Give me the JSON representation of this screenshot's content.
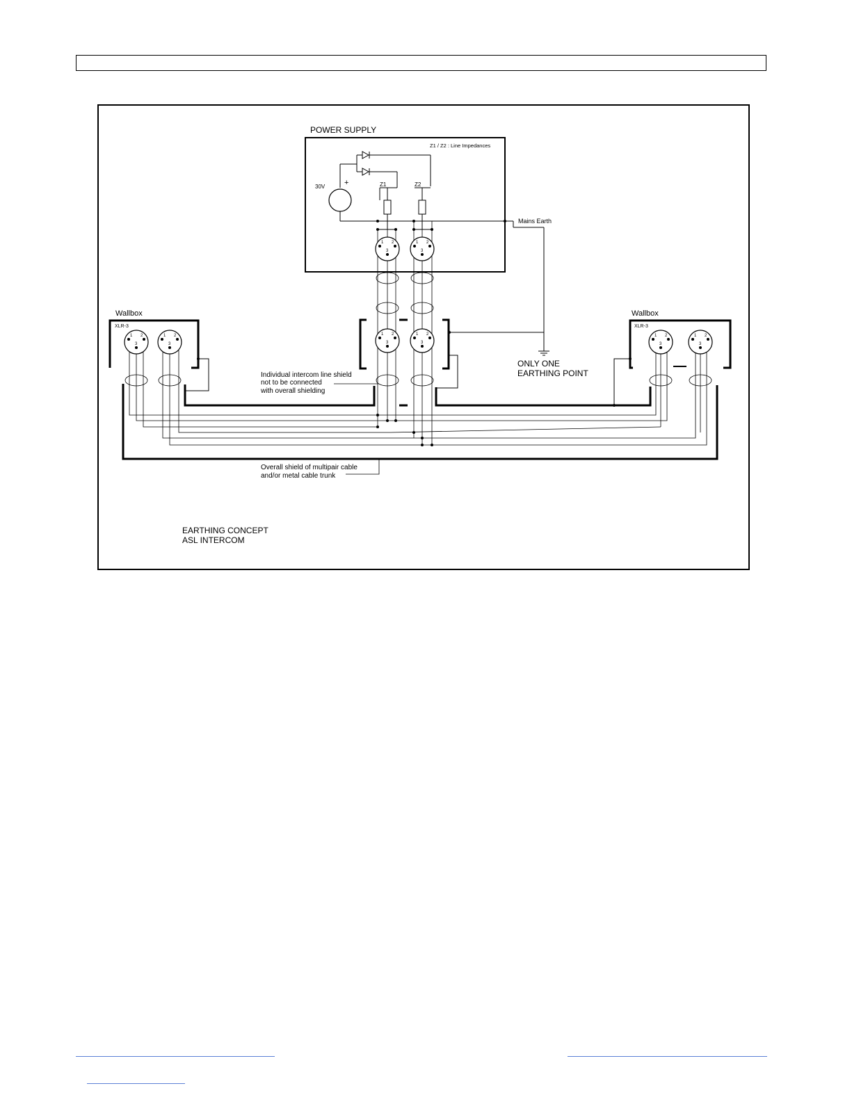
{
  "labels": {
    "power_supply": "POWER SUPPLY",
    "z_legend": "Z1 / Z2 : Line Impedances",
    "voltage": "30V",
    "plus": "+",
    "z1": "Z1",
    "z2": "Z2",
    "mains_earth": "Mains Earth",
    "wallbox_left": "Wallbox",
    "wallbox_right": "Wallbox",
    "xlr_left": "XLR-3",
    "xlr_right": "XLR-3",
    "earth_line1": "ONLY ONE",
    "earth_line2": "EARTHING POINT",
    "shield_note_1": "Individual intercom line shield",
    "shield_note_2": "not to be connected",
    "shield_note_3": "with overall shielding",
    "overall_note_1": "Overall shield of multipair cable",
    "overall_note_2": "and/or metal cable trunk",
    "caption_1": "EARTHING CONCEPT",
    "caption_2": "ASL INTERCOM",
    "pin_1": "1",
    "pin_2": "2",
    "pin_3": "3"
  },
  "colors": {
    "line": "#000000",
    "footer_link": "#5a7fd6"
  }
}
